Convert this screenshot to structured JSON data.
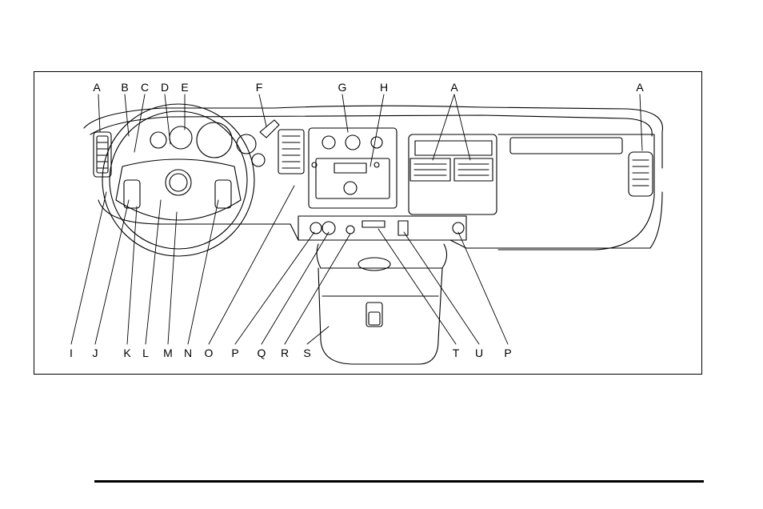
{
  "figure": {
    "top_callouts": [
      "A",
      "B",
      "C",
      "D",
      "E",
      "F",
      "G",
      "H",
      "A",
      "A"
    ],
    "bottom_callouts": [
      "I",
      "J",
      "K",
      "L",
      "M",
      "N",
      "O",
      "P",
      "Q",
      "R",
      "S",
      "T",
      "U",
      "P"
    ]
  },
  "colors": {
    "line": "#000000",
    "background": "#ffffff"
  }
}
